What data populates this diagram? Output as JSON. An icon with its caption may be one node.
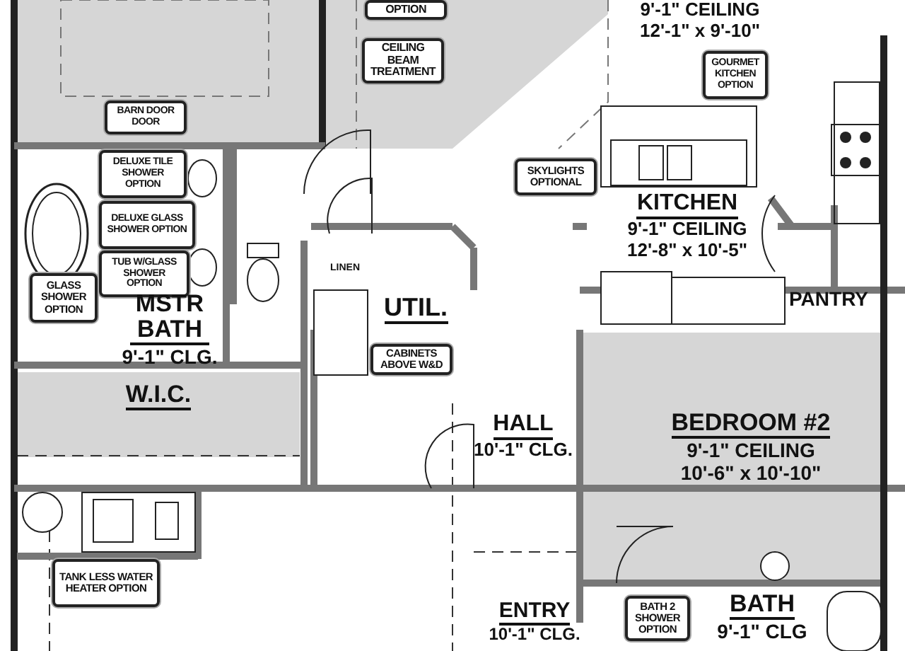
{
  "diagram": {
    "nodes": [
      {
        "text": [
          "9'-1\" CEILING",
          "12'-1\" x 9'-10\""
        ]
      },
      {
        "text": [
          "OPTION"
        ]
      },
      {
        "text": [
          "CEILING BEAM TREATMENT"
        ]
      },
      {
        "text": [
          "BARN DOOR DOOR"
        ]
      },
      {
        "text": [
          "DELUXE TILE SHOWER OPTION"
        ]
      },
      {
        "text": [
          "DELUXE GLASS SHOWER OPTION"
        ]
      },
      {
        "text": [
          "TUB W/GLASS SHOWER OPTION"
        ]
      },
      {
        "text": [
          "GLASS SHOWER OPTION"
        ]
      },
      {
        "text": [
          "MSTR BATH",
          "9'-1\" CLG."
        ]
      },
      {
        "text": [
          "LINEN"
        ]
      },
      {
        "text": [
          "UTIL."
        ]
      },
      {
        "text": [
          "CABINETS ABOVE W&D"
        ]
      },
      {
        "text": [
          "W.I.C."
        ]
      },
      {
        "text": [
          "HALL",
          "10'-1\" CLG."
        ]
      },
      {
        "text": [
          "SKYLIGHTS OPTIONAL"
        ]
      },
      {
        "text": [
          "GOURMET KITCHEN OPTION"
        ]
      },
      {
        "text": [
          "KITCHEN",
          "9'-1\" CEILING",
          "12'-8\" x 10'-5\""
        ]
      },
      {
        "text": [
          "PANTRY"
        ]
      },
      {
        "text": [
          "BEDROOM #2",
          "9'-1\" CEILING",
          "10'-6\" x 10'-10\""
        ]
      },
      {
        "text": [
          "TANK LESS WATER HEATER OPTION"
        ]
      },
      {
        "text": [
          "ENTRY",
          "10'-1\" CLG."
        ]
      },
      {
        "text": [
          "BATH 2 SHOWER OPTION"
        ]
      },
      {
        "text": [
          "BATH",
          "9'-1\" CLG"
        ]
      }
    ]
  }
}
